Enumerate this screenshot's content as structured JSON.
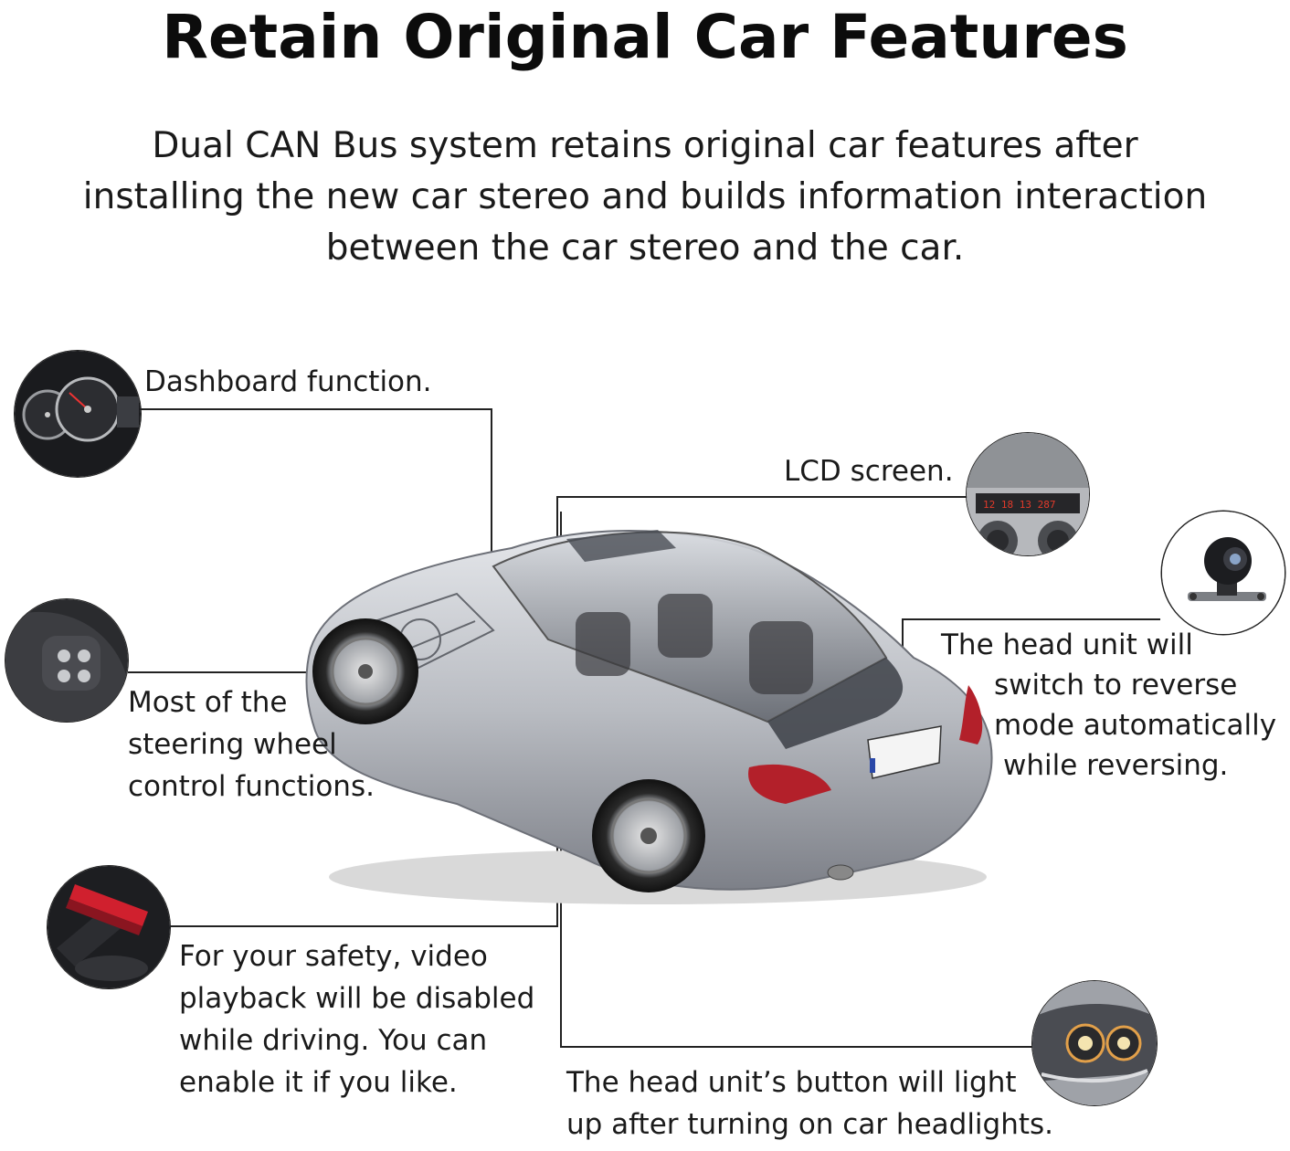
{
  "header": {
    "title": "Retain Original Car Features",
    "subtitle_lines": [
      "Dual CAN Bus system retains original car features after",
      "installing the new car stereo and builds information interaction",
      "between the car stereo and the car."
    ]
  },
  "features": {
    "dashboard": {
      "lines": [
        "Dashboard function."
      ]
    },
    "lcd": {
      "lines": [
        "LCD screen."
      ]
    },
    "steering": {
      "lines": [
        "Most of the",
        "steering wheel",
        "control functions."
      ]
    },
    "reverse": {
      "lines": [
        "The head unit will",
        "switch to reverse",
        "mode automatically",
        "while reversing."
      ]
    },
    "safety": {
      "lines": [
        "For your safety, video",
        "playback will be disabled",
        "while driving. You can",
        "enable it if you like."
      ]
    },
    "headlights": {
      "lines": [
        "The head unit’s button will light",
        "up after turning on car headlights."
      ]
    }
  },
  "lcd_display_text": "12 18  13   287",
  "colors": {
    "leader_line": "#222222",
    "car_body": "#b9bcc2",
    "tail_light": "#b3202a",
    "brake_handle": "#d0202e"
  }
}
